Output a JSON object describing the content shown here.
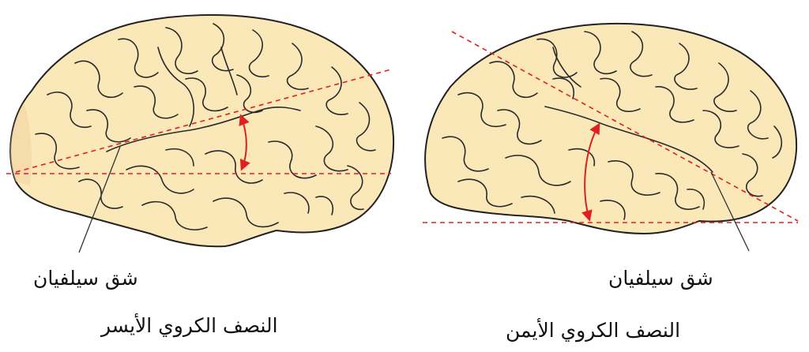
{
  "left_hemisphere": {
    "fissure_label": "شق سيلفيان",
    "caption": "النصف الكروي الأيسر"
  },
  "right_hemisphere": {
    "fissure_label": "شق سيلفيان",
    "caption": "النصف الكروي الأيمن"
  },
  "colors": {
    "brain_fill": "#fbe8b8",
    "guide_line": "#e02020",
    "outline": "#222222"
  }
}
